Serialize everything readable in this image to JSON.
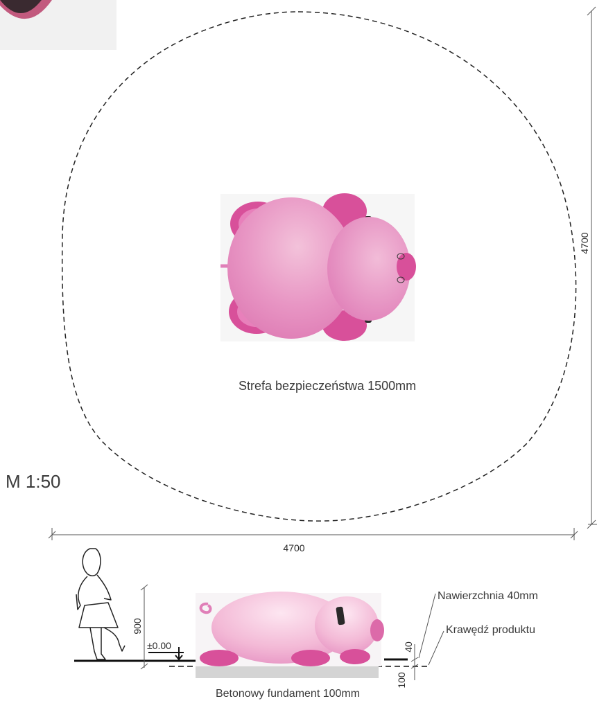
{
  "drawing": {
    "scale": "M 1:50",
    "safety_zone_label": "Strefa bezpieczeństwa 1500mm",
    "plan_width": "4700",
    "plan_height": "4700",
    "figure_height": "900",
    "level_mark": "±0.00",
    "surface_thickness": "40",
    "foundation_depth": "100",
    "surface_label": "Nawierzchnia 40mm",
    "edge_label": "Krawędź produktu",
    "foundation_label": "Betonowy fundament 100mm"
  },
  "colors": {
    "pig_body": "#e890c4",
    "pig_light": "#f6c6df",
    "pig_dark": "#d8509a",
    "foundation": "#d4d4d4",
    "line": "#222222"
  },
  "icons": [
    "pig-top-view-icon",
    "pig-side-view-icon",
    "child-silhouette-icon",
    "pig-ear-corner-icon"
  ]
}
